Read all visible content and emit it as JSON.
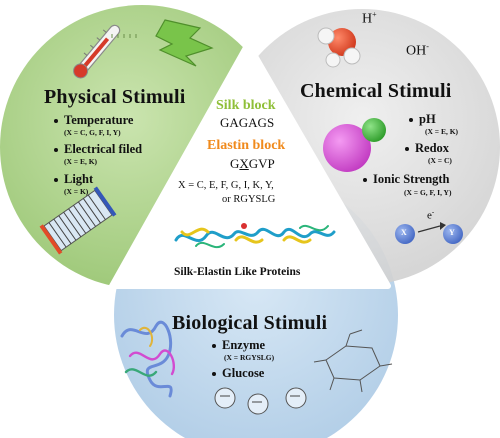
{
  "colors": {
    "physical": "#a8cf84",
    "chemical": "#dadada",
    "biological": "#b8d3ea",
    "silk": "#8fbf38",
    "elastin": "#f08a1c"
  },
  "physical": {
    "title": "Physical Stimuli",
    "items": [
      {
        "label": "Temperature",
        "note": "(X = C, G, F, I, Y)"
      },
      {
        "label": "Electrical filed",
        "note": "(X = E, K)"
      },
      {
        "label": "Light",
        "note": "(X = K)"
      }
    ]
  },
  "chemical": {
    "title": "Chemical Stimuli",
    "ion_plus": "H",
    "ion_plus_sup": "+",
    "ion_minus": "OH",
    "ion_minus_sup": "-",
    "items": [
      {
        "label": "pH",
        "note": "(X = E, K)"
      },
      {
        "label": "Redox",
        "note": "(X = C)"
      },
      {
        "label": "Ionic Strength",
        "note": "(X = G, F, I, Y)"
      }
    ],
    "electron": "e",
    "electron_sup": "-",
    "ball_left": "X",
    "ball_right": "Y"
  },
  "biological": {
    "title": "Biological Stimuli",
    "items": [
      {
        "label": "Enzyme",
        "note": "(X = RGYSLG)"
      },
      {
        "label": "Glucose",
        "note": ""
      }
    ]
  },
  "center": {
    "silk_title": "Silk block",
    "silk_seq": "GAGAGS",
    "elastin_title": "Elastin block",
    "elastin_seq_a": "G",
    "elastin_seq_x": "X",
    "elastin_seq_b": "GVP",
    "x_line1": "X = C, E, F, G, I, K, Y,",
    "x_line2": "or RGYSLG",
    "caption": "Silk-Elastin Like Proteins"
  }
}
